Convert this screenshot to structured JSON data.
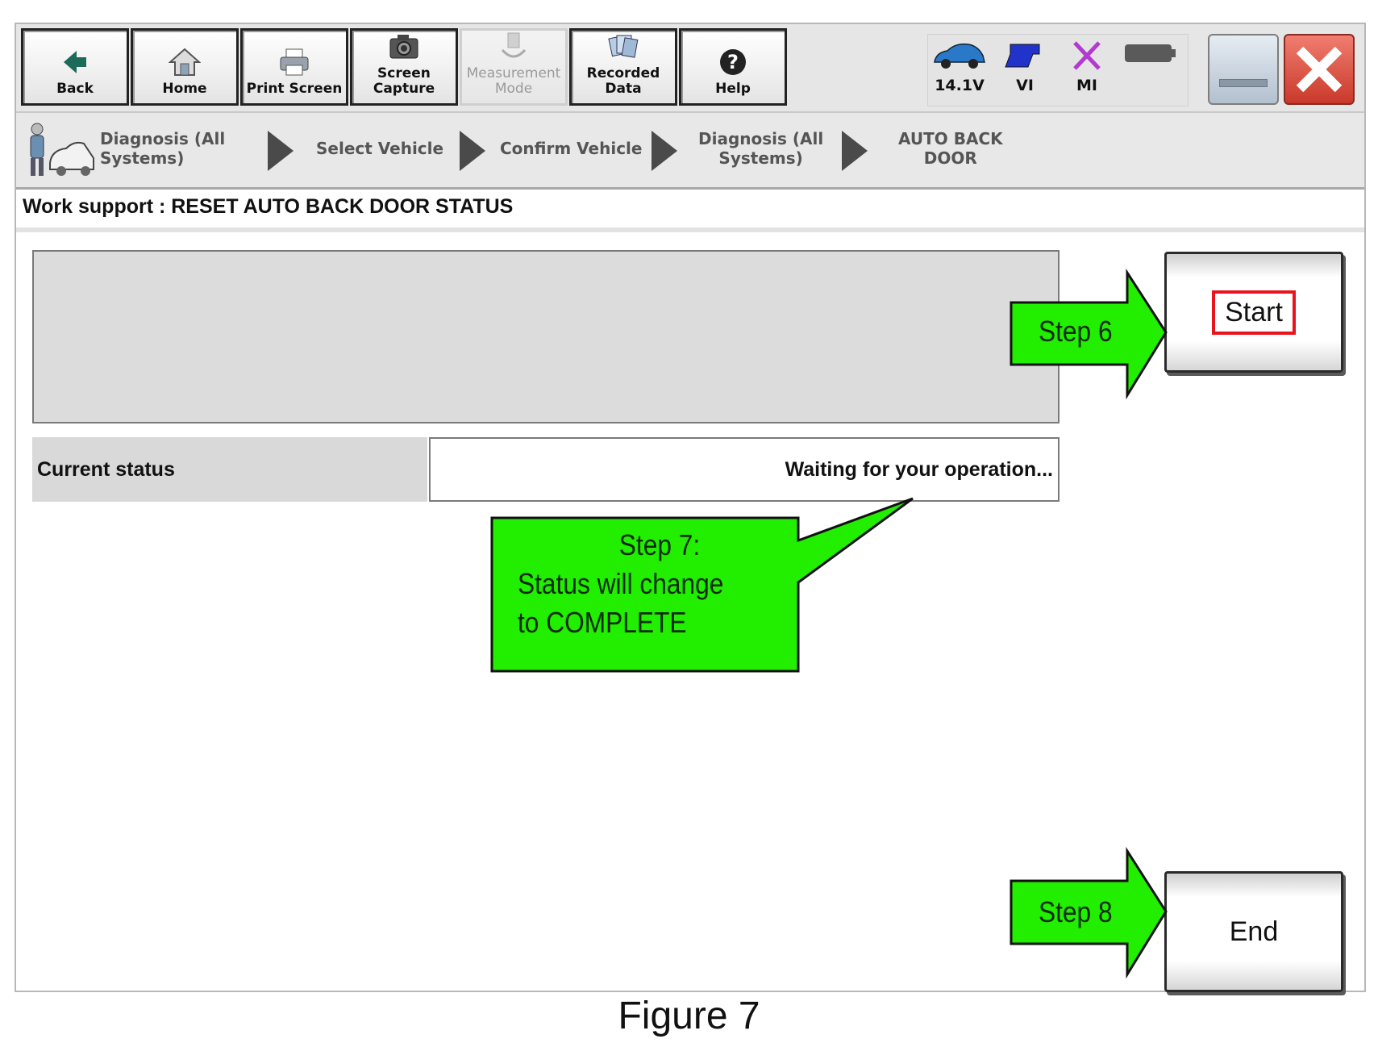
{
  "toolbar": {
    "buttons": [
      {
        "label": "Back",
        "icon": "back-arrow-icon",
        "enabled": true
      },
      {
        "label": "Home",
        "icon": "home-icon",
        "enabled": true
      },
      {
        "label": "Print Screen",
        "icon": "printer-icon",
        "enabled": true
      },
      {
        "label": "Screen\nCapture",
        "icon": "camera-icon",
        "enabled": true
      },
      {
        "label": "Measurement\nMode",
        "icon": "measurement-icon",
        "enabled": false
      },
      {
        "label": "Recorded\nData",
        "icon": "recorded-data-icon",
        "enabled": true
      },
      {
        "label": "Help",
        "icon": "help-icon",
        "enabled": true
      }
    ],
    "status": {
      "voltage": "14.1V",
      "vi_label": "VI",
      "mi_label": "MI"
    }
  },
  "breadcrumb": {
    "items": [
      "Diagnosis (All\nSystems)",
      "Select Vehicle",
      "Confirm Vehicle",
      "Diagnosis (All\nSystems)",
      "AUTO BACK\nDOOR"
    ]
  },
  "page": {
    "title": "Work support : RESET AUTO BACK DOOR STATUS",
    "status_label": "Current status",
    "status_value": "Waiting for your operation...",
    "start_label": "Start",
    "end_label": "End"
  },
  "callouts": {
    "step6": "Step 6",
    "step7_lines": [
      "Step 7:",
      "Status will change",
      "to COMPLETE"
    ],
    "step8": "Step 8"
  },
  "caption": "Figure 7",
  "colors": {
    "callout_green": "#22ee00",
    "highlight_red": "#e8131c",
    "close_red": "#d9443a"
  }
}
